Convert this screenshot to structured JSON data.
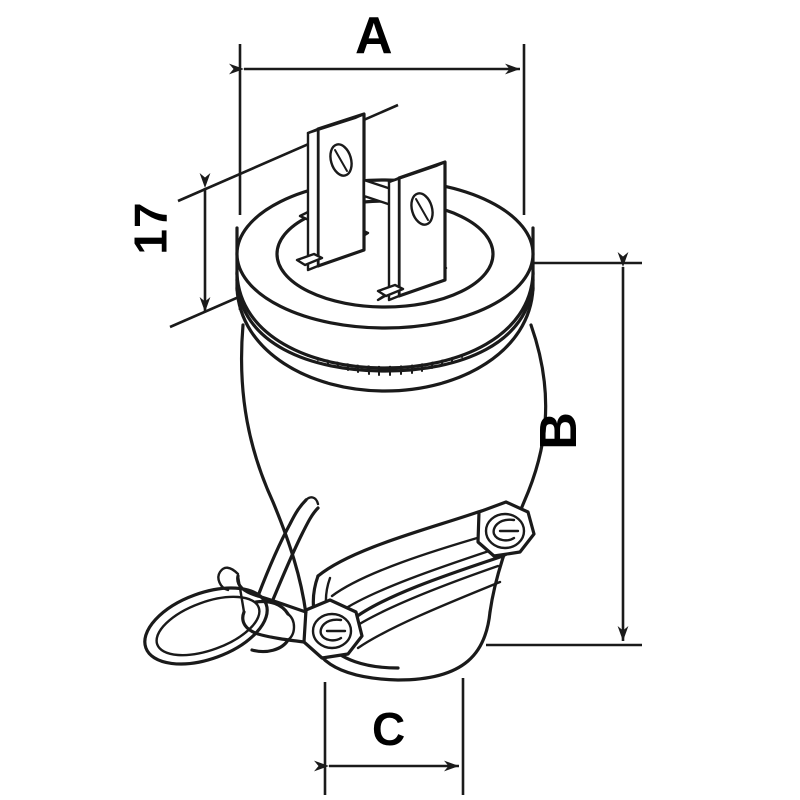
{
  "drawing": {
    "title": "Electrical plug dimensioned outline drawing",
    "view": "isometric",
    "background_color": "#ffffff",
    "line_color": "#1a1a1a",
    "subject": "two-blade electrical plug with threaded collar and cord clamp"
  },
  "dimensions": {
    "width": {
      "label": "A",
      "name": "overall-width",
      "orientation": "horizontal",
      "position": "top"
    },
    "height": {
      "label": "B",
      "name": "overall-height",
      "orientation": "vertical",
      "position": "right"
    },
    "clamp": {
      "label": "C",
      "name": "cord-clamp-width",
      "orientation": "horizontal",
      "position": "bottom"
    },
    "prong": {
      "label": "17",
      "name": "blade-length",
      "orientation": "vertical-rotated",
      "position": "upper-left"
    }
  },
  "parts": {
    "blade_left": "flat-blade-prong",
    "blade_right": "flat-blade-prong",
    "blade_hole": "blade-detent-hole",
    "face": "plug-face-ellipse",
    "collar": "knurled-collar",
    "body": "tapered-body",
    "clamp": "cord-clamp",
    "clamp_screw_upper": "clamp-screw",
    "clamp_screw_lower": "clamp-screw",
    "strap_loop": "cord-strap-loop"
  }
}
